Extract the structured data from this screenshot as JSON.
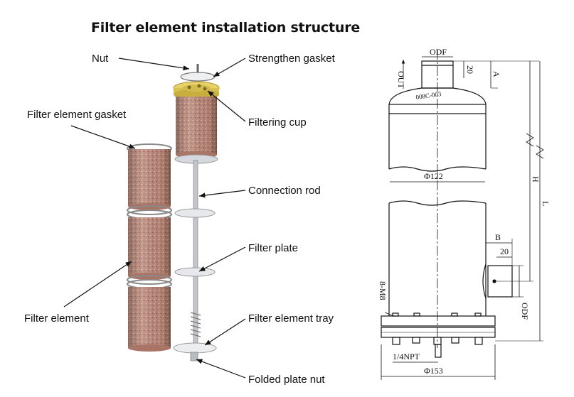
{
  "title": "Filter element installation structure",
  "labels": {
    "nut": "Nut",
    "strengthen_gasket": "Strengthen gasket",
    "filter_element_gasket": "Filter element gasket",
    "filtering_cup": "Filtering cup",
    "connection_rod": "Connection rod",
    "filter_plate": "Filter plate",
    "filter_element": "Filter element",
    "filter_element_tray": "Filter element tray",
    "folded_plate_nut": "Folded plate nut"
  },
  "drawing": {
    "odf_top": "ODF",
    "out": "OUT",
    "dim_20_top": "20",
    "dim_a": "A",
    "model_mark": "008C-003",
    "phi_122": "Φ122",
    "dim_h": "H",
    "dim_l": "L",
    "dim_b": "B",
    "dim_20_side": "20",
    "odf_side": "ODF",
    "bolts": "8-M8",
    "npt": "1/4NPT",
    "phi_153": "Φ153"
  },
  "colors": {
    "filter_media": "#b98576",
    "cup_yellow": "#e8d36a",
    "metal": "#c9ccd0",
    "ring": "#8a8a8a"
  }
}
